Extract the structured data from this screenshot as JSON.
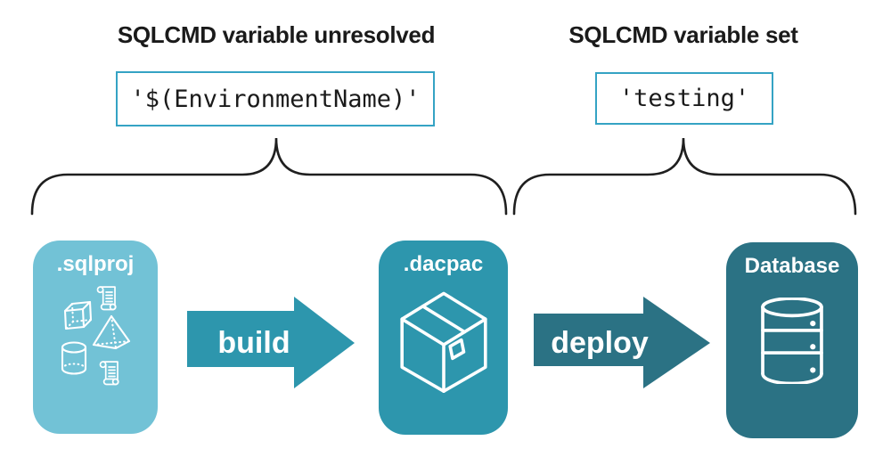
{
  "diagram": {
    "annotations": [
      {
        "heading": "SQLCMD variable unresolved",
        "code": "'$(EnvironmentName)'"
      },
      {
        "heading": "SQLCMD variable set",
        "code": "'testing'"
      }
    ],
    "nodes": [
      {
        "label": ".sqlproj",
        "icon": "sql-project-objects-icon",
        "fill": "#72c2d6"
      },
      {
        "label": ".dacpac",
        "icon": "package-icon",
        "fill": "#2d96ad"
      },
      {
        "label": "Database",
        "icon": "database-icon",
        "fill": "#2b7284"
      }
    ],
    "arrows": [
      {
        "label": "build",
        "fill": "#2d96ad"
      },
      {
        "label": "deploy",
        "fill": "#2b7284"
      }
    ],
    "colors": {
      "background": "#ffffff",
      "code_box_border": "#35a3c4",
      "brace_stroke": "#1f1f1f",
      "heading_text": "#1a1a1a",
      "node_text": "#ffffff"
    }
  }
}
